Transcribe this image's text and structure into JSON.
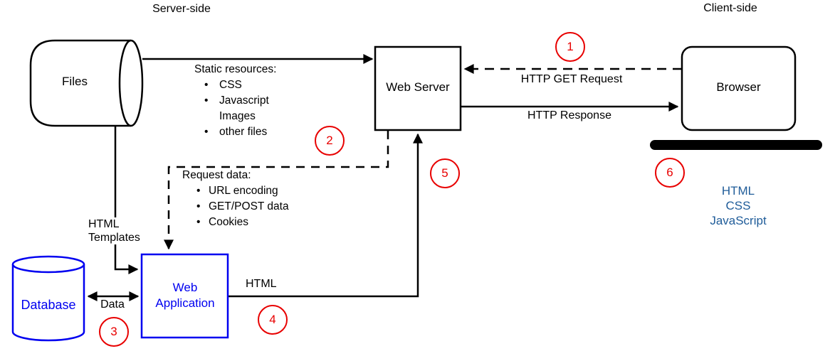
{
  "diagram": {
    "regions": {
      "server_side": "Server-side",
      "client_side": "Client-side"
    },
    "nodes": {
      "files": "Files",
      "web_server": "Web Server",
      "browser": "Browser",
      "database": "Database",
      "web_application": "Web Application"
    },
    "edges": {
      "http_get_request": "HTTP GET Request",
      "http_response": "HTTP Response",
      "html_templates": {
        "line1": "HTML",
        "line2": "Templates"
      },
      "data": "Data",
      "html": "HTML"
    },
    "static_resources": {
      "title": "Static resources:",
      "items": [
        "CSS",
        "Javascript",
        "Images",
        "other files"
      ]
    },
    "request_data": {
      "title": "Request data:",
      "items": [
        "URL encoding",
        "GET/POST data",
        "Cookies"
      ]
    },
    "client_tech": {
      "0": "HTML",
      "1": "CSS",
      "2": "JavaScript"
    },
    "steps": {
      "0": "1",
      "1": "2",
      "2": "3",
      "3": "4",
      "4": "5",
      "5": "6"
    },
    "colors": {
      "shape_blue": "#0000f0",
      "tech_text_blue": "#1f5c99",
      "step_red": "#e80000",
      "line_black": "#000000"
    }
  }
}
